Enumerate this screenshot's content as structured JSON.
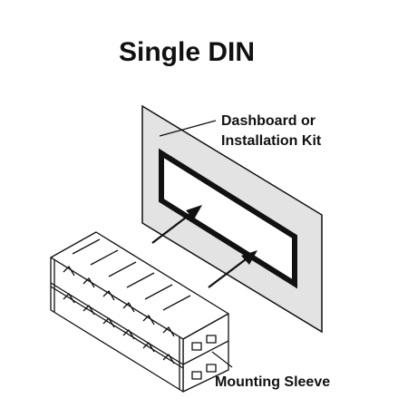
{
  "title": "Single DIN",
  "labels": {
    "dashboard_line1": "Dashboard or",
    "dashboard_line2": "Installation Kit",
    "sleeve": "Mounting Sleeve"
  }
}
